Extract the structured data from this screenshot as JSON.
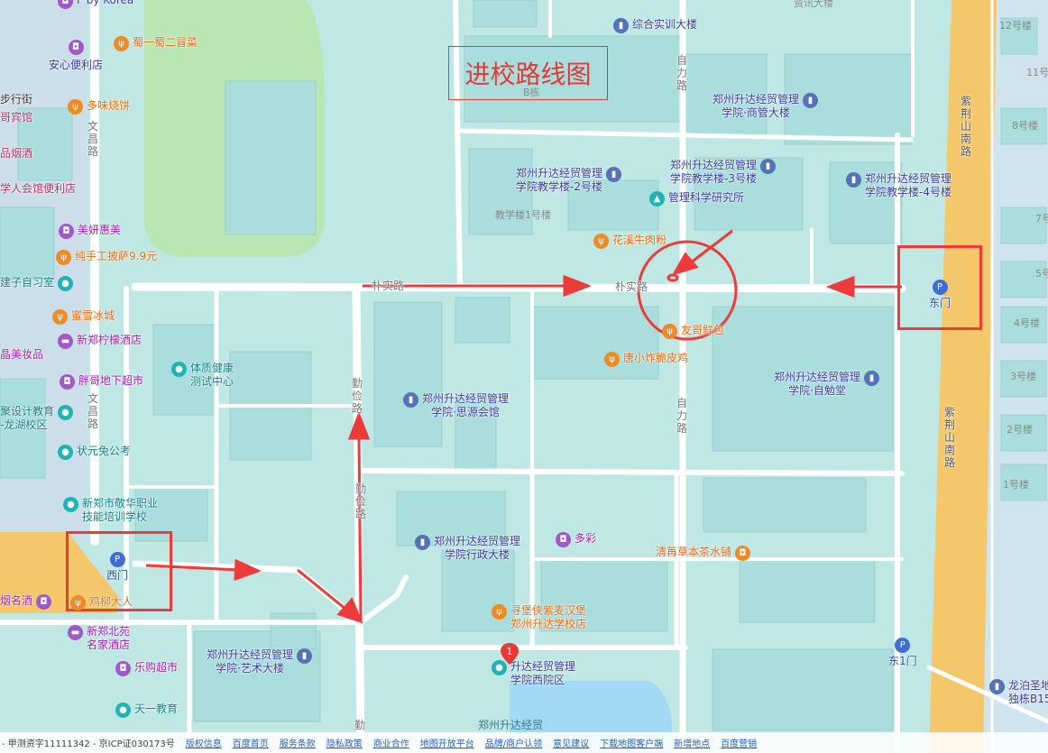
{
  "title": "进校路线图",
  "roads": {
    "pushi_west": "朴实路",
    "pushi_center": "朴实路",
    "zili_north": "自力路",
    "zili_south": "自力路",
    "qinjian_north": "勤俭路",
    "qinjian_south": "勤俭路",
    "qinjian_bottom": "勤",
    "wenchang_north": "文昌路",
    "wenchang_south": "文昌路",
    "zijingshan_north": "紫荆山南路",
    "zijingshan_south": "紫荆山南路"
  },
  "gates": {
    "east": "东门",
    "west": "西门",
    "east1": "东1门"
  },
  "campus_pois": [
    {
      "id": "shixun",
      "label": "综合实训大楼",
      "type": "edu"
    },
    {
      "id": "shangguan",
      "label": "郑州升达经贸管理\n学院·商管大楼",
      "type": "edu"
    },
    {
      "id": "jxl2",
      "label": "郑州升达经贸管理\n学院教学楼-2号楼",
      "type": "edu"
    },
    {
      "id": "jxl3",
      "label": "郑州升达经贸管理\n学院教学楼-3号楼",
      "type": "edu"
    },
    {
      "id": "jxl4",
      "label": "郑州升达经贸管理\n学院教学楼-4号楼",
      "type": "edu"
    },
    {
      "id": "glkx",
      "label": "管理科学研究所",
      "type": "health"
    },
    {
      "id": "huaxi",
      "label": "花溪牛肉粉",
      "type": "food"
    },
    {
      "id": "youge",
      "label": "友哥鲜包",
      "type": "food"
    },
    {
      "id": "tangxiao",
      "label": "唐小炸脆皮鸡",
      "type": "food"
    },
    {
      "id": "zimian",
      "label": "郑州升达经贸管理\n学院·自勉堂",
      "type": "edu"
    },
    {
      "id": "siyuan",
      "label": "郑州升达经贸管理\n学院·思源会馆",
      "type": "edu"
    },
    {
      "id": "xingzheng",
      "label": "郑州升达经贸管理\n学院行政大楼",
      "type": "edu"
    },
    {
      "id": "duocai",
      "label": "多彩",
      "type": "shop"
    },
    {
      "id": "qingzhou",
      "label": "清苒草本茶水铺",
      "type": "food"
    },
    {
      "id": "xunbao",
      "label": "寻堡侠紫麦汉堡\n郑州升达学校店",
      "type": "food"
    },
    {
      "id": "yishu",
      "label": "郑州升达经贸管理\n学院·艺术大楼",
      "type": "edu"
    },
    {
      "id": "xiyuan",
      "label": "升达经贸管理\n学院西院区",
      "type": "health"
    }
  ],
  "west_pois": [
    {
      "id": "fkorea",
      "label": "F by Korea",
      "type": "shop"
    },
    {
      "id": "shuyi",
      "label": "蜀一蜀二冒菜",
      "type": "food"
    },
    {
      "id": "anxin",
      "label": "安心便利店",
      "type": "shop"
    },
    {
      "id": "buxing",
      "label": "步行街",
      "type": "none"
    },
    {
      "id": "binguan",
      "label": "哥宾馆",
      "type": "none"
    },
    {
      "id": "duowei",
      "label": "多味烧饼",
      "type": "food"
    },
    {
      "id": "yanjiu",
      "label": "品烟酒",
      "type": "none"
    },
    {
      "id": "xuehui",
      "label": "学人会馆便利店",
      "type": "none"
    },
    {
      "id": "meiyan",
      "label": "美妍惠美",
      "type": "shop"
    },
    {
      "id": "pisa",
      "label": "纯手工披萨9.9元",
      "type": "food"
    },
    {
      "id": "zixi",
      "label": "建子自习室",
      "type": "health"
    },
    {
      "id": "mixue",
      "label": "蜜雪冰城",
      "type": "food"
    },
    {
      "id": "ningmeng",
      "label": "新郑柠檬酒店",
      "type": "shop"
    },
    {
      "id": "meizhuang",
      "label": "晶美妆品",
      "type": "none"
    },
    {
      "id": "pangge",
      "label": "胖哥地下超市",
      "type": "shop"
    },
    {
      "id": "tizhi",
      "label": "体质健康\n测试中心",
      "type": "health"
    },
    {
      "id": "sheji",
      "label": "聚设计教育\n-龙湖校区",
      "type": "health"
    },
    {
      "id": "zhuangyuan",
      "label": "状元兔公考",
      "type": "health"
    },
    {
      "id": "jinghua",
      "label": "新郑市敬华职业\n技能培训学校",
      "type": "health"
    },
    {
      "id": "yanming",
      "label": "烟名酒",
      "type": "shop"
    },
    {
      "id": "jiliu",
      "label": "鸡柳大人",
      "type": "food"
    },
    {
      "id": "beiyuan",
      "label": "新郑北苑\n名家酒店",
      "type": "shop"
    },
    {
      "id": "legou",
      "label": "乐购超市",
      "type": "shop"
    },
    {
      "id": "tianyi",
      "label": "天一教育",
      "type": "health"
    }
  ],
  "buildings": {
    "b1": "12号楼",
    "b2": "11号",
    "b3": "8号楼",
    "b4": "7号",
    "b5": "5号",
    "b6": "4号楼",
    "b7": "3号楼",
    "b8": "2号楼",
    "b9": "1号楼",
    "b10": "教学楼1号楼",
    "b11": "资讯大楼",
    "b12": "B栋",
    "b13": "龙泊圣地\n独栋B15",
    "b14": "郑州升达经贸"
  },
  "marker_number": "1",
  "footer": {
    "copyright": "- 甲测资字11111342 - 京ICP证030173号",
    "links": [
      "版权信息",
      "百度首页",
      "服务条款",
      "隐私政策",
      "商业合作",
      "地图开放平台",
      "品牌/商户认领",
      "意见建议",
      "下载地图客户端",
      "新增地点",
      "百度营销"
    ]
  },
  "colors": {
    "land": "#bfe8e4",
    "road": "#ffffff",
    "arterial": "#f4c76a",
    "annotation": "#ec3b3b",
    "green": "#b9e6b3",
    "water": "#a3d9f5"
  }
}
